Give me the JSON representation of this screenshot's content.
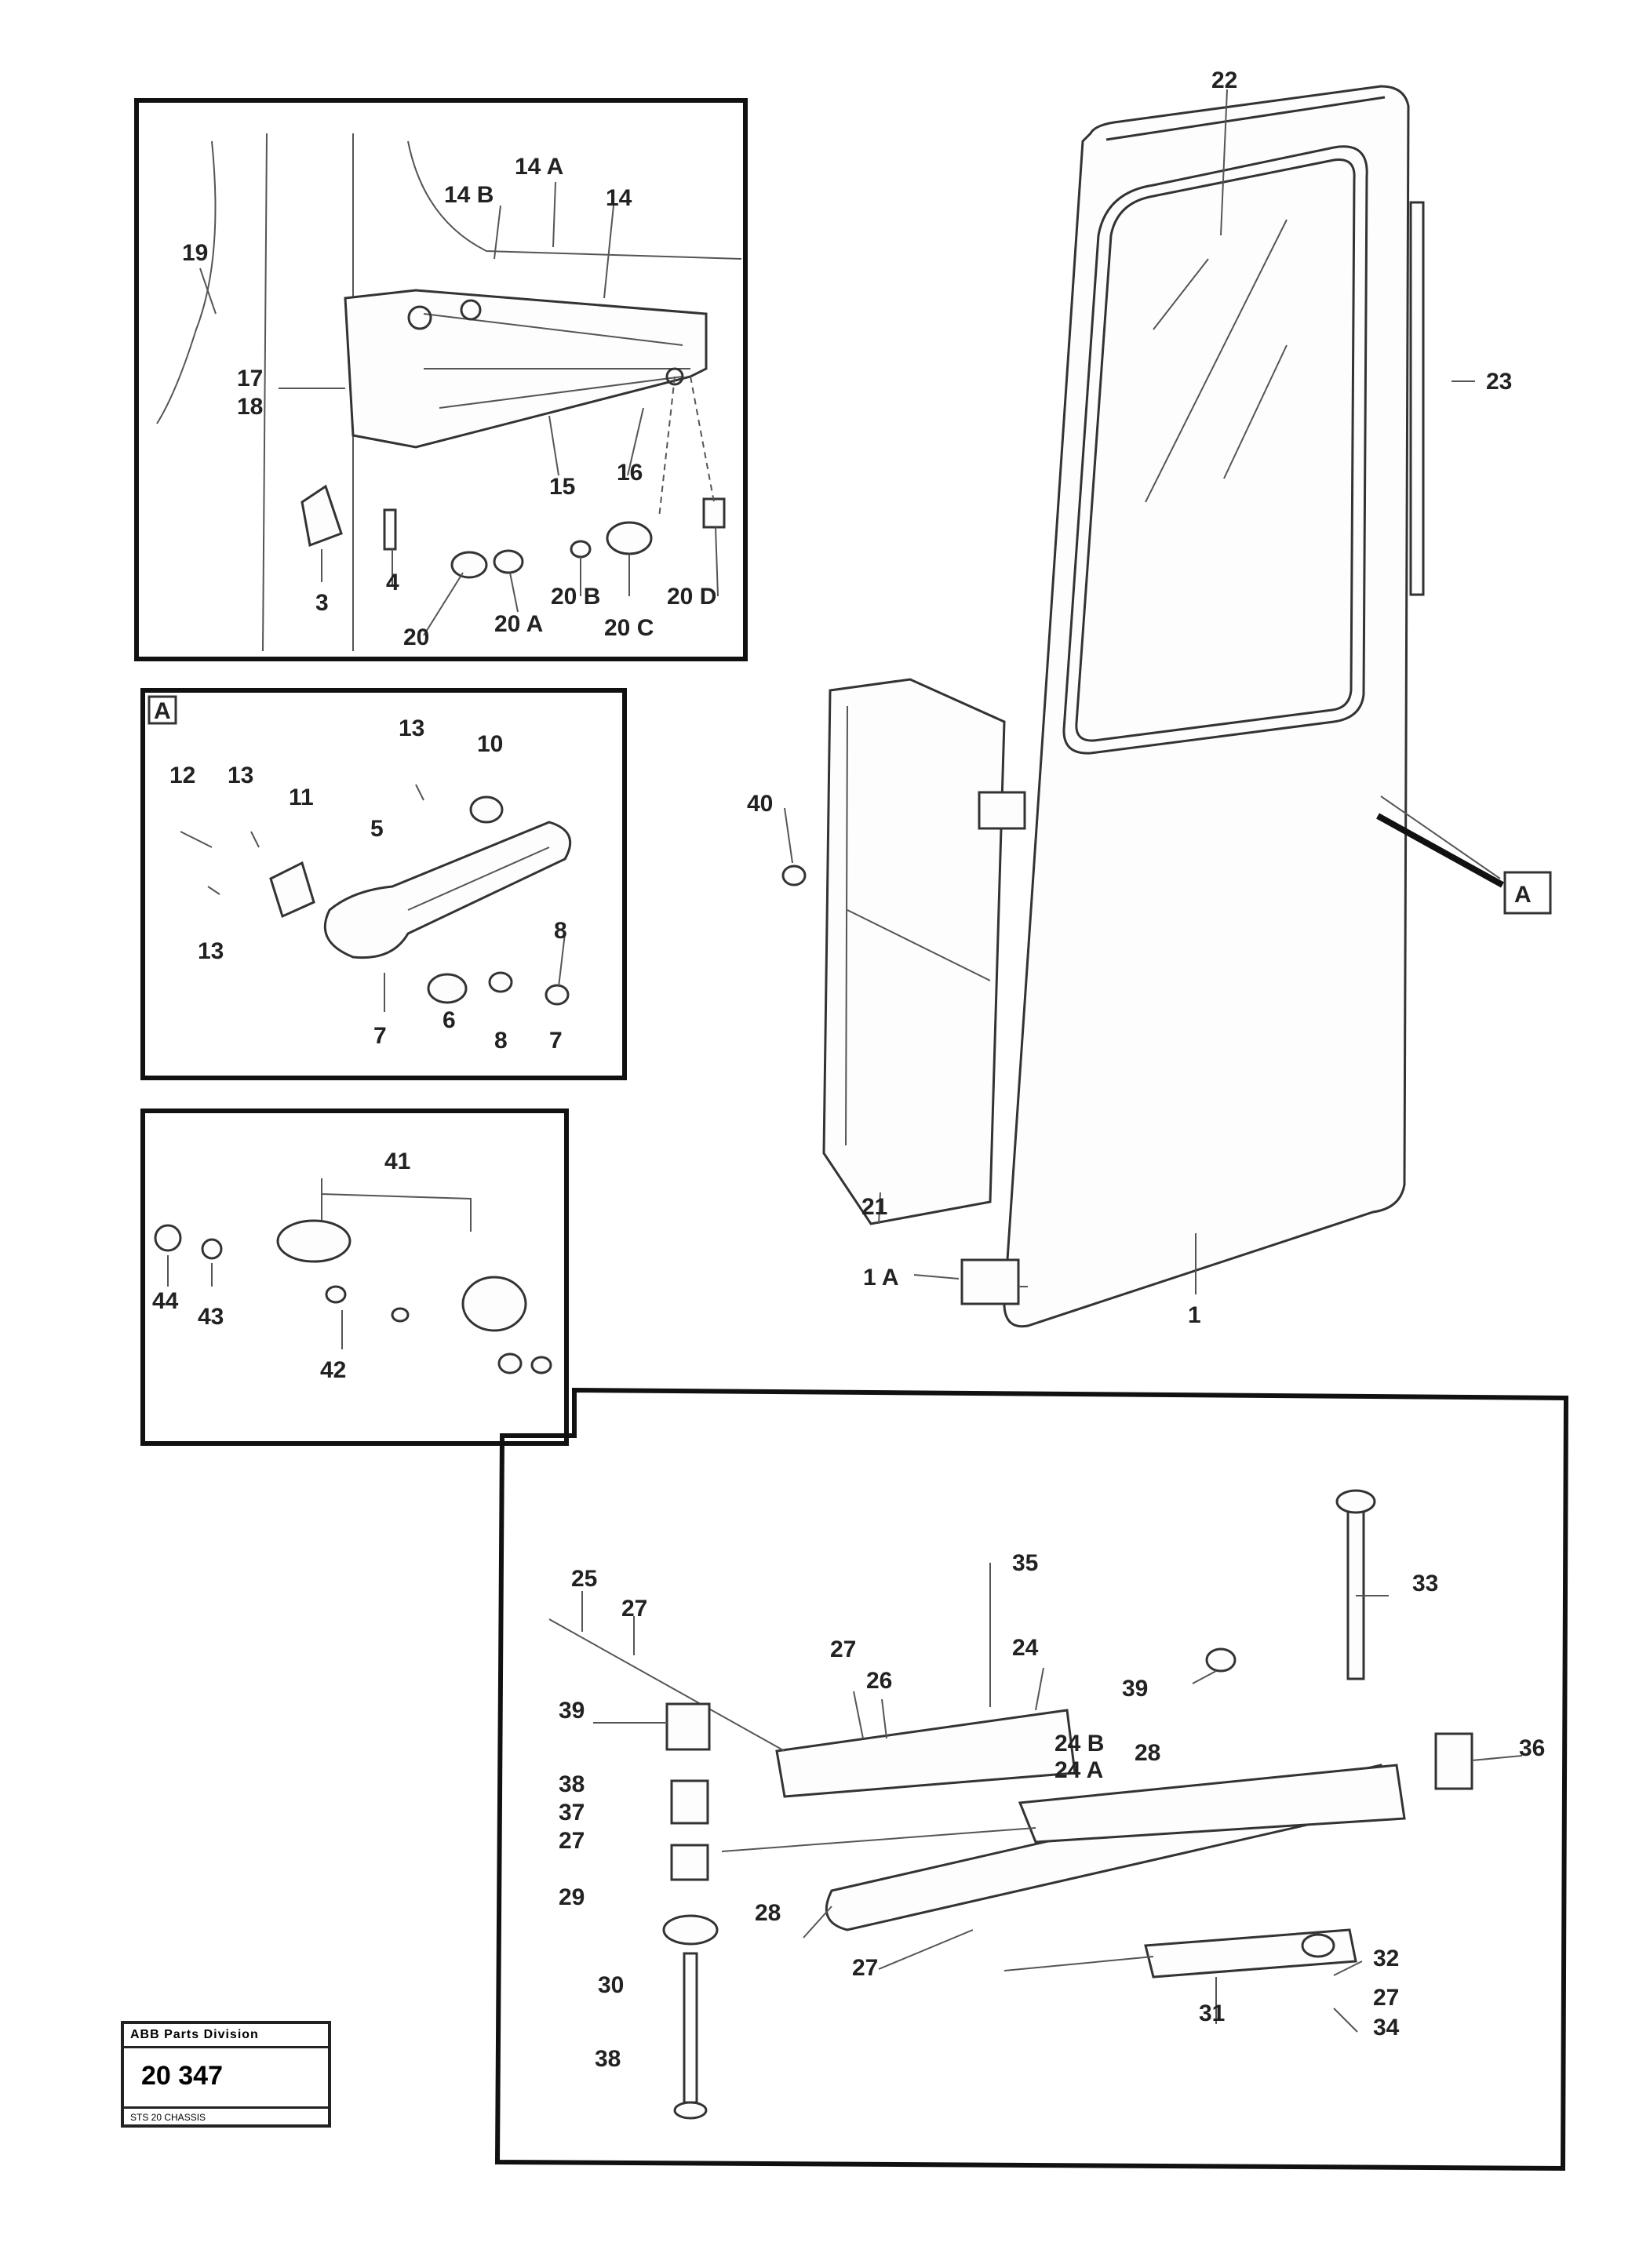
{
  "labels": {
    "p19": "19",
    "p14B": "14 B",
    "p14A": "14 A",
    "p14": "14",
    "p17": "17",
    "p18": "18",
    "p15": "15",
    "p16": "16",
    "p3": "3",
    "p4": "4",
    "p20": "20",
    "p20A": "20 A",
    "p20B": "20 B",
    "p20C": "20 C",
    "p20D": "20 D",
    "secA": "A",
    "p12": "12",
    "p13a": "13",
    "p13b": "13",
    "p13c": "13",
    "p10": "10",
    "p11": "11",
    "p5": "5",
    "p7a": "7",
    "p6": "6",
    "p8a": "8",
    "p8b": "8",
    "p7b": "7",
    "p41": "41",
    "p44": "44",
    "p43": "43",
    "p42": "42",
    "p22": "22",
    "p23": "23",
    "p40": "40",
    "p21": "21",
    "p1A": "1 A",
    "p1": "1",
    "calloutA": "A",
    "p25": "25",
    "p27a": "27",
    "p35": "35",
    "p33": "33",
    "p27b": "27",
    "p24": "24",
    "p26": "26",
    "p39a": "39",
    "p39b": "39",
    "p24B": "24 B",
    "p24A": "24 A",
    "p28": "28",
    "p38": "38",
    "p37": "37",
    "p27c": "27",
    "p29": "29",
    "p36": "36",
    "p27d": "27",
    "p32": "32",
    "p30": "30",
    "p31": "31",
    "p27e": "27",
    "p34": "34",
    "p38b": "38"
  },
  "stamp": {
    "header": "ABB Parts Division",
    "number": "20 347",
    "footer": "STS 20 CHASSIS"
  }
}
